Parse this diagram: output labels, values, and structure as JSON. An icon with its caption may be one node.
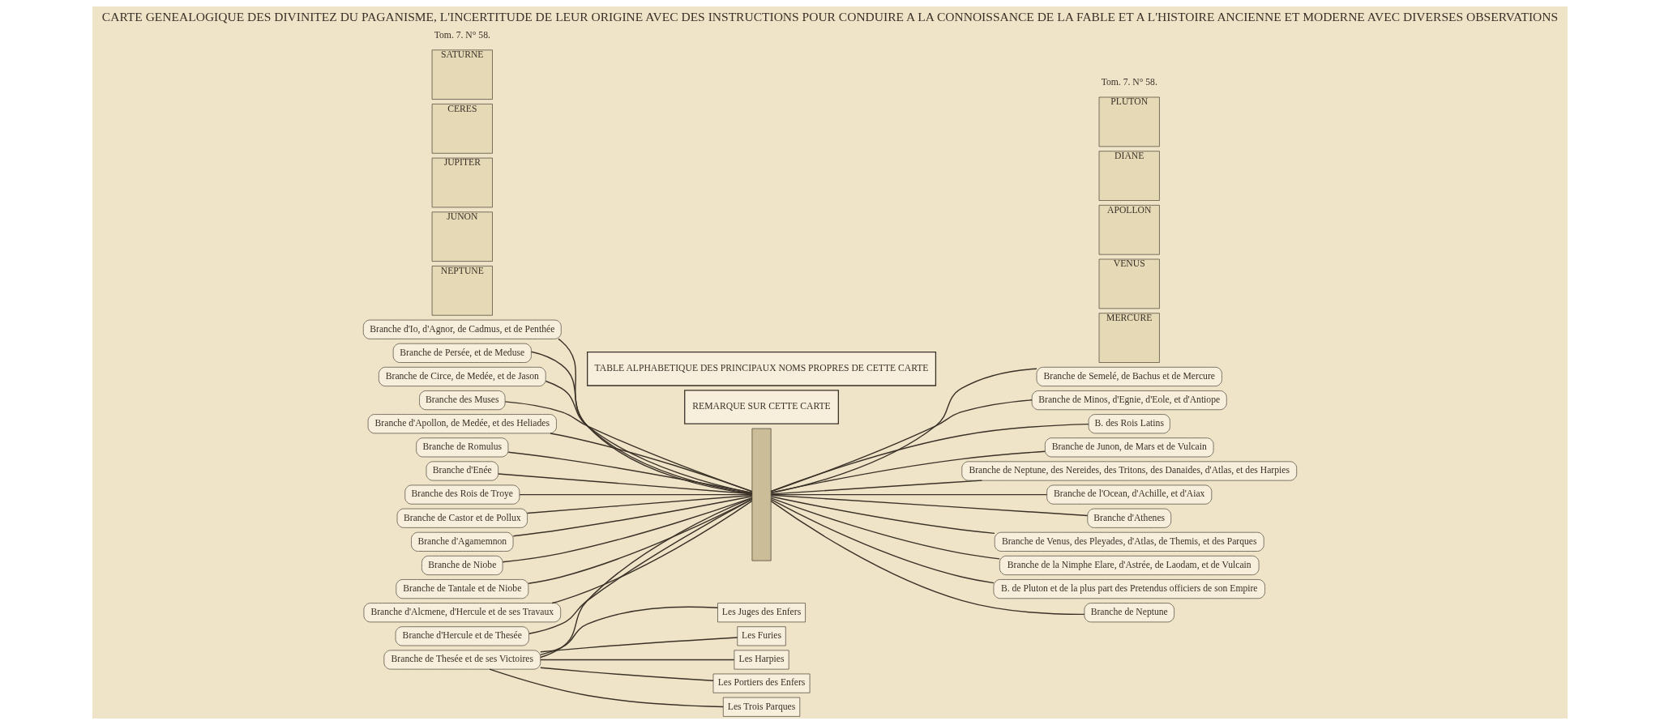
{
  "diagram": {
    "title": "CARTE GENEALOGIQUE DES DIVINITEZ DU PAGANISME, L'INCERTITUDE DE LEUR ORIGINE AVEC DES INSTRUCTIONS POUR CONDUIRE A LA CONNOISSANCE DE LA FABLE ET A L'HISTOIRE ANCIENNE ET MODERNE AVEC DIVERSES OBSERVATIONS",
    "nodes": [
      {
        "text": [],
        "shape": "bar"
      },
      {
        "text": [
          "Branche d'Io, d'Agnor, de Cadmus, et de Penthée"
        ]
      },
      {
        "text": [
          "Branche de Persée, et de Meduse"
        ]
      },
      {
        "text": [
          "Branche de Circe, de Medée, et de Jason"
        ]
      },
      {
        "text": [
          "Branche des Muses"
        ]
      },
      {
        "text": [
          "Branche d'Apollon, de Medée, et des Heliades"
        ]
      },
      {
        "text": [
          "Branche de Romulus"
        ]
      },
      {
        "text": [
          "Branche d'Enée"
        ]
      },
      {
        "text": [
          "Branche des Rois de Troye"
        ]
      },
      {
        "text": [
          "Branche de Castor et de Pollux"
        ]
      },
      {
        "text": [
          "Branche d'Agamemnon"
        ]
      },
      {
        "text": [
          "Branche de Niobe"
        ]
      },
      {
        "text": [
          "Branche de Tantale et de Niobe"
        ]
      },
      {
        "text": [
          "Branche d'Alcmene, d'Hercule et de ses Travaux"
        ]
      },
      {
        "text": [
          "Branche de Thesée et de ses Victoires"
        ]
      },
      {
        "text": [
          "Branche d'Hercule et de Thesée"
        ]
      },
      {
        "text": [
          "Branche de Semelé, de Bachus et de Mercure"
        ]
      },
      {
        "text": [
          "Branche de Minos, d'Egnie, d'Eole, et d'Antiope"
        ]
      },
      {
        "text": [
          "B. des Rois Latins"
        ]
      },
      {
        "text": [
          "Branche de Junon, de Mars et de Vulcain"
        ]
      },
      {
        "text": [
          "Branche de Neptune, des Nereides, des Tritons, des Danaides, d'Atlas, et des Harpies"
        ]
      },
      {
        "text": [
          "Branche de l'Ocean, d'Achille, et d'Aiax"
        ]
      },
      {
        "text": [
          "Branche d'Athenes"
        ]
      },
      {
        "text": [
          "Branche de Venus, des Pleyades, d'Atlas, de Themis, et des Parques"
        ]
      },
      {
        "text": [
          "Branche de la Nimphe Elare, d'Astrée, de Laodam, et de Vulcain"
        ]
      },
      {
        "text": [
          "B. de Pluton et de la plus part des Pretendus officiers de son Empire"
        ]
      },
      {
        "text": [
          "Branche de Neptune"
        ]
      },
      {
        "text": [
          "Les Juges des Enfers"
        ]
      },
      {
        "text": [
          "Les Furies"
        ]
      },
      {
        "text": [
          "Les Harpies"
        ]
      },
      {
        "text": [
          "Les Portiers des Enfers"
        ]
      },
      {
        "text": [
          "Les Trois Parques"
        ]
      },
      {
        "text": [
          "REMARQUE SUR CETTE CARTE"
        ]
      },
      {
        "text": [
          "TABLE ALPHABETIQUE DES PRINCIPAUX NOMS PROPRES DE CETTE CARTE"
        ]
      },
      {
        "text": [
          "NEPTUNE"
        ]
      },
      {
        "text": [
          "JUNON"
        ]
      },
      {
        "text": [
          "JUPITER"
        ]
      },
      {
        "text": [
          "CERES"
        ]
      },
      {
        "text": [
          "SATURNE"
        ]
      },
      {
        "text": [
          "MERCURE"
        ]
      },
      {
        "text": [
          "VENUS"
        ]
      },
      {
        "text": [
          "APOLLON"
        ]
      },
      {
        "text": [
          "DIANE"
        ]
      },
      {
        "text": [
          "PLUTON"
        ]
      }
    ],
    "edges": [
      {
        "from": 1,
        "to": 0,
        "arrow": "none"
      },
      {
        "from": 2,
        "to": 0,
        "arrow": "none"
      },
      {
        "from": 3,
        "to": 0,
        "arrow": "none"
      },
      {
        "from": 4,
        "to": 0,
        "arrow": "none"
      },
      {
        "from": 5,
        "to": 0,
        "arrow": "none"
      },
      {
        "from": 6,
        "to": 0,
        "arrow": "none"
      },
      {
        "from": 7,
        "to": 0,
        "arrow": "none"
      },
      {
        "from": 8,
        "to": 0,
        "arrow": "none"
      },
      {
        "from": 9,
        "to": 0,
        "arrow": "none"
      },
      {
        "from": 10,
        "to": 0,
        "arrow": "none"
      },
      {
        "from": 11,
        "to": 0,
        "arrow": "none"
      },
      {
        "from": 12,
        "to": 0,
        "arrow": "none"
      },
      {
        "from": 13,
        "to": 0,
        "arrow": "none"
      },
      {
        "from": 14,
        "to": 0,
        "arrow": "none"
      },
      {
        "from": 15,
        "to": 0,
        "arrow": "none"
      },
      {
        "from": 0,
        "to": 16,
        "arrow": "none"
      },
      {
        "from": 0,
        "to": 17,
        "arrow": "none"
      },
      {
        "from": 0,
        "to": 18,
        "arrow": "none"
      },
      {
        "from": 0,
        "to": 19,
        "arrow": "none"
      },
      {
        "from": 0,
        "to": 20,
        "arrow": "none"
      },
      {
        "from": 0,
        "to": 21,
        "arrow": "none"
      },
      {
        "from": 0,
        "to": 22,
        "arrow": "none"
      },
      {
        "from": 0,
        "to": 23,
        "arrow": "none"
      },
      {
        "from": 0,
        "to": 24,
        "arrow": "none"
      },
      {
        "from": 0,
        "to": 25,
        "arrow": "none"
      },
      {
        "from": 0,
        "to": 26,
        "arrow": "none"
      },
      {
        "from": 14,
        "to": 27,
        "arrow": "none"
      },
      {
        "from": 14,
        "to": 28,
        "arrow": "none"
      },
      {
        "from": 14,
        "to": 29,
        "arrow": "none"
      },
      {
        "from": 14,
        "to": 30,
        "arrow": "none"
      },
      {
        "from": 14,
        "to": 31,
        "arrow": "none"
      }
    ],
    "labels": [
      "Tom. 7. N° 58.",
      "Tom. 7. N° 58."
    ]
  }
}
